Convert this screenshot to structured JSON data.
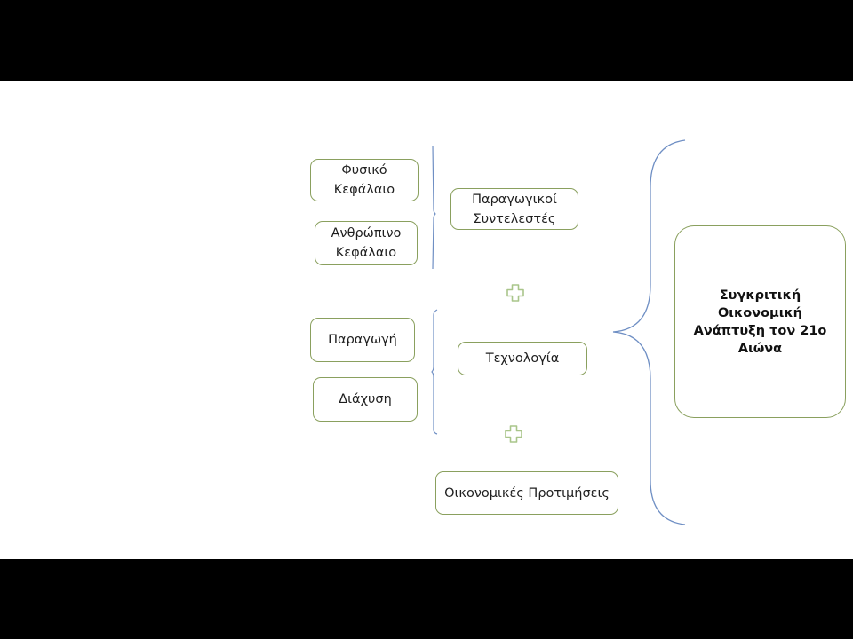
{
  "inputs": {
    "physical_capital": "Φυσικό\nΚεφάλαιο",
    "human_capital": "Ανθρώπινο\nΚεφάλαιο",
    "production": "Παραγωγή",
    "diffusion": "Διάχυση"
  },
  "factors": {
    "productive_factors": "Παραγωγικοί\nΣυντελεστές",
    "technology": "Τεχνολογία",
    "economic_preferences": "Οικονομικές Προτιμήσεις"
  },
  "result": {
    "title": "Συγκριτική\nΟικονομική\nΑνάπτυξη τον 21ο\nΑιώνα"
  },
  "colors": {
    "box_border": "#8aa05e",
    "brace": "#6f8fc4",
    "plus": "#a9c58a",
    "letterbox": "#000000"
  },
  "icons": [
    "plus-icon",
    "plus-icon"
  ]
}
